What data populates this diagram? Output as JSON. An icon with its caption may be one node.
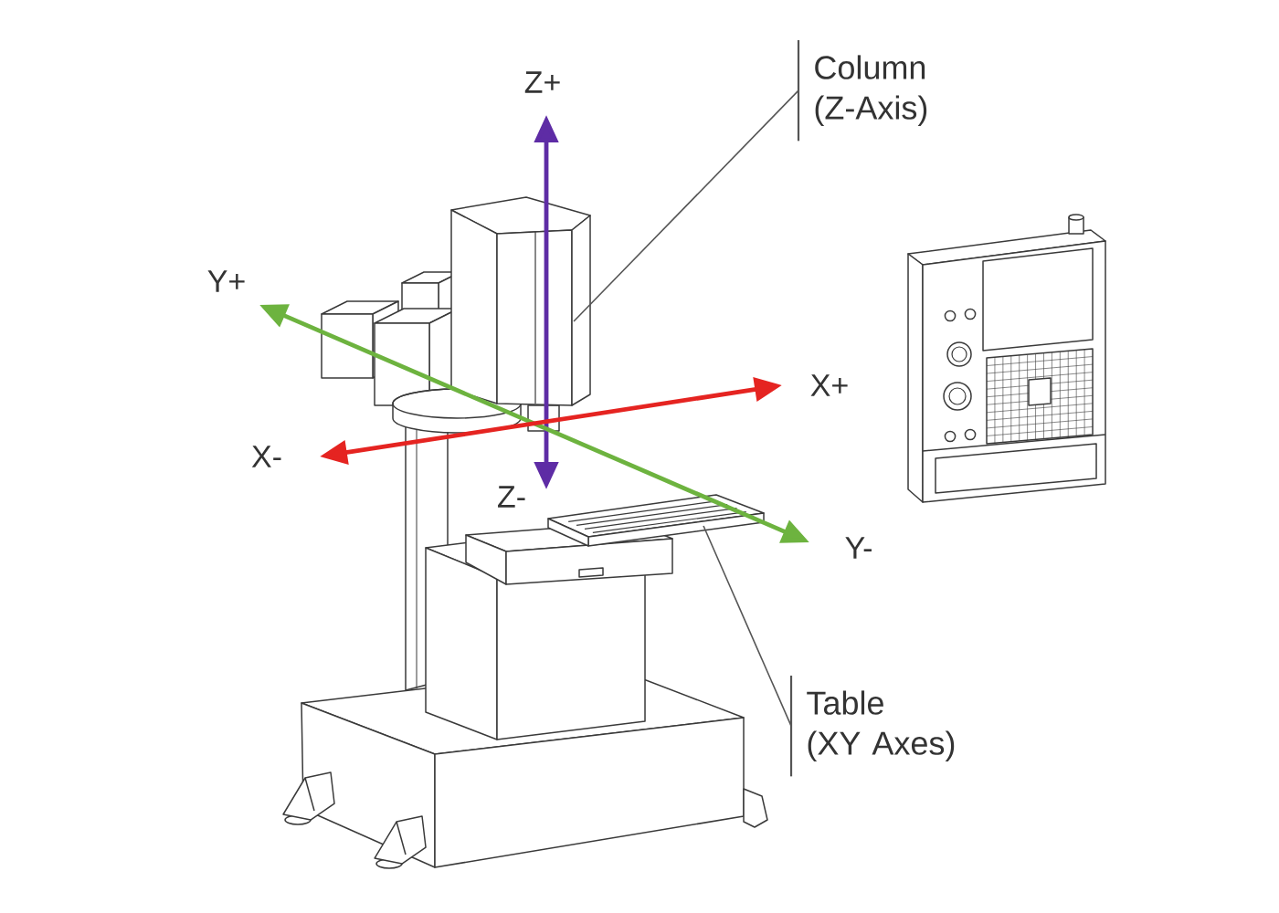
{
  "diagram": {
    "nodes": [
      {
        "text": [
          "Column (Z-Axis)"
        ]
      },
      {
        "text": [
          "Table (XY Axes)"
        ]
      }
    ],
    "edges": [
      {
        "from": 0,
        "to": null,
        "arrow": "none"
      },
      {
        "from": 1,
        "to": null,
        "arrow": "none"
      }
    ],
    "labels": [
      "Z+",
      "Y+",
      "X+",
      "X-",
      "Z-",
      "Y-"
    ]
  }
}
